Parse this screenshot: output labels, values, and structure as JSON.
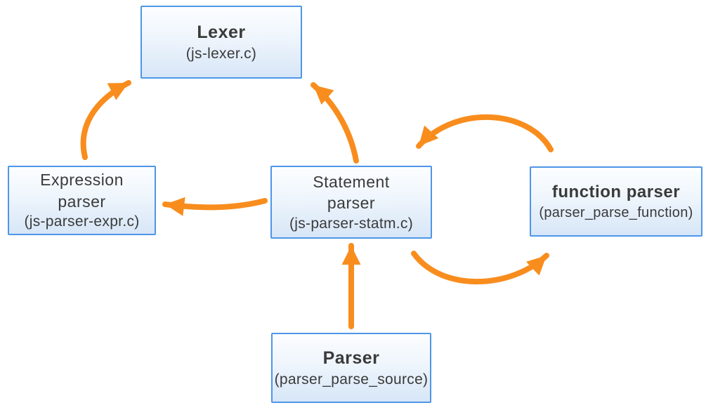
{
  "diagram": {
    "description": "Parser architecture diagram",
    "nodes": {
      "lexer": {
        "title": "Lexer",
        "subtitle": "(js-lexer.c)"
      },
      "expression_parser": {
        "title": "Expression parser",
        "subtitle": "(js-parser-expr.c)"
      },
      "statement_parser": {
        "title": "Statement parser",
        "subtitle": "(js-parser-statm.c)"
      },
      "function_parser": {
        "title": "function parser",
        "subtitle": "(parser_parse_function)"
      },
      "parser": {
        "title": "Parser",
        "subtitle": "(parser_parse_source)"
      }
    },
    "edges": [
      {
        "from": "Expression parser",
        "to": "Lexer"
      },
      {
        "from": "Statement parser",
        "to": "Lexer"
      },
      {
        "from": "Statement parser",
        "to": "Expression parser"
      },
      {
        "from": "function parser",
        "to": "Statement parser"
      },
      {
        "from": "Statement parser",
        "to": "function parser"
      },
      {
        "from": "Parser",
        "to": "Statement parser"
      }
    ]
  },
  "colors": {
    "arrow": "#F88D1E",
    "node_border": "#4E96E8",
    "node_fill_top": "#FCFEFF",
    "node_fill_bottom": "#D7E6F7",
    "text": "#3A3A3A",
    "background": "#FFFFFF"
  }
}
